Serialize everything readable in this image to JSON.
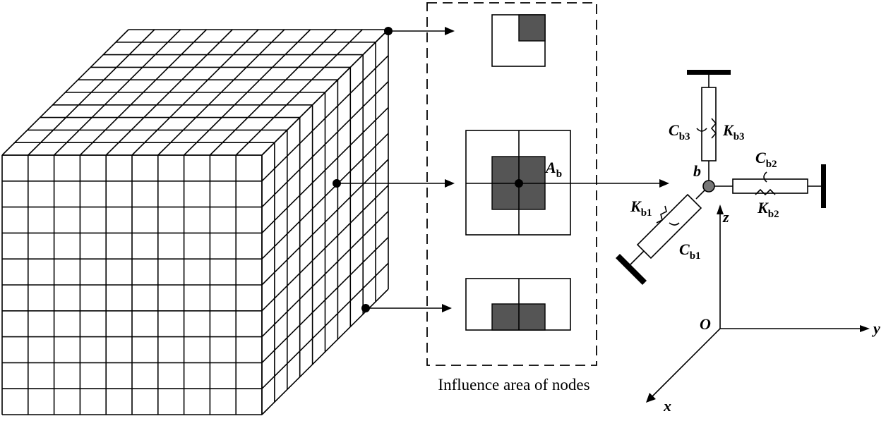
{
  "caption": "Influence area of nodes",
  "node_area_label": {
    "main": "A",
    "sub": "b"
  },
  "node_label": "b",
  "springs": {
    "c3": {
      "main": "C",
      "sub": "b3"
    },
    "k3": {
      "main": "K",
      "sub": "b3"
    },
    "c2": {
      "main": "C",
      "sub": "b2"
    },
    "k2": {
      "main": "K",
      "sub": "b2"
    },
    "k1": {
      "main": "K",
      "sub": "b1"
    },
    "c1": {
      "main": "C",
      "sub": "b1"
    }
  },
  "axes": {
    "origin": "O",
    "x": "x",
    "y": "y",
    "z": "z"
  },
  "colors": {
    "line": "#000000",
    "fill": "#555555",
    "background": "#ffffff"
  }
}
